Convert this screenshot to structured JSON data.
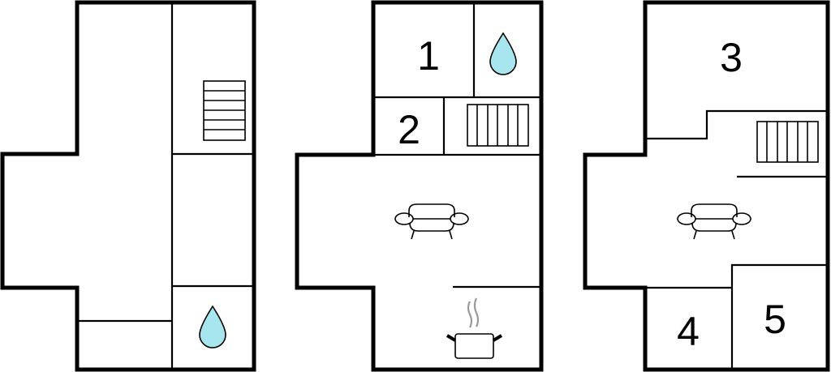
{
  "floorplans": [
    {
      "name": "plan-left",
      "rooms": []
    },
    {
      "name": "plan-middle",
      "rooms": [
        {
          "label": "1"
        },
        {
          "label": "2"
        }
      ]
    },
    {
      "name": "plan-right",
      "rooms": [
        {
          "label": "3"
        },
        {
          "label": "4"
        },
        {
          "label": "5"
        }
      ]
    }
  ],
  "colors": {
    "wall": "#000000",
    "water": "#a8e6ef",
    "steam": "#999999"
  }
}
